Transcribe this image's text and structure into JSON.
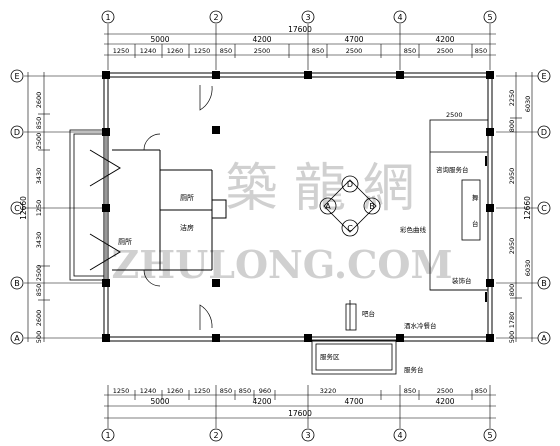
{
  "axes": {
    "top": [
      "1",
      "2",
      "3",
      "4",
      "5"
    ],
    "bottom": [
      "1",
      "2",
      "3",
      "4",
      "5"
    ],
    "left": [
      "E",
      "D",
      "C",
      "B",
      "A"
    ],
    "right": [
      "E",
      "D",
      "C",
      "B",
      "A"
    ]
  },
  "dims": {
    "top_total": "17600",
    "top_mid": [
      "5000",
      "4200",
      "4700",
      "4200"
    ],
    "top_fine": [
      "1250",
      "1240",
      "1260",
      "1250",
      "850",
      "2500",
      "850",
      "2500",
      "850",
      "2500",
      "850"
    ],
    "bottom_fine": [
      "1250",
      "1240",
      "1260",
      "1250",
      "850",
      "850",
      "960",
      "3220",
      "850",
      "2500",
      "850"
    ],
    "bottom_mid": [
      "5000",
      "4200",
      "4700",
      "4200"
    ],
    "bottom_total": "17600",
    "left_fine": [
      "2600",
      "850",
      "2500",
      "3430",
      "1250",
      "3430",
      "2500",
      "850",
      "2600",
      "500"
    ],
    "left_total": "12660",
    "right_fine": [
      "2250",
      "800",
      "6030",
      "2950",
      "2950",
      "6030",
      "800",
      "1780",
      "500"
    ],
    "right_total": "12660",
    "inner_2500": "2500"
  },
  "rooms": {
    "toilet_1": "厕所",
    "toilet_2": "厕所",
    "cleaning": "洁房",
    "counter": "咨询服务台",
    "stage_1": "舞",
    "stage_2": "台",
    "color_zone": "彩色曲线",
    "decor_1": "装饰台",
    "bar": "吧台",
    "service": "服务区",
    "buffet": "酒水冷餐台",
    "desk_1": "服务台"
  },
  "markers": [
    "A",
    "B",
    "C",
    "D"
  ],
  "watermark": {
    "cn": "築 龍 網",
    "en": "ZHULONG.COM"
  }
}
